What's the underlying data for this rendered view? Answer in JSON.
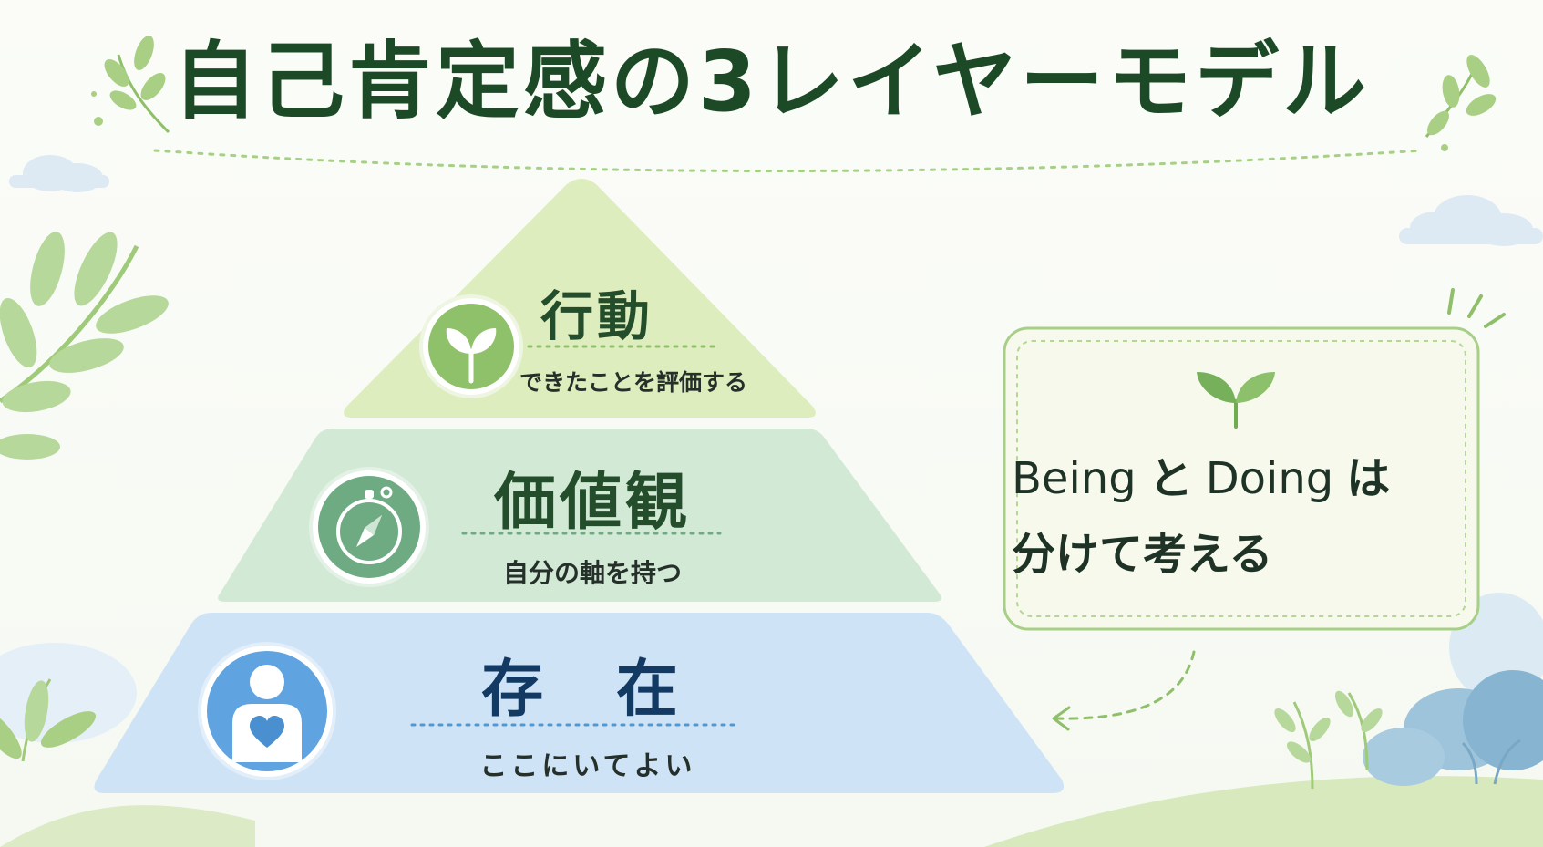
{
  "title": "自己肯定感の3レイヤーモデル",
  "layers": [
    {
      "title": "行動",
      "subtitle": "できたことを評価する",
      "icon": "sprout-icon",
      "color": "#d9ebb7"
    },
    {
      "title": "価値観",
      "subtitle": "自分の軸を持つ",
      "icon": "compass-icon",
      "color": "#cfe7d2"
    },
    {
      "title": "存 在",
      "subtitle": "ここにいてよい",
      "icon": "person-heart-icon",
      "color": "#cfe3f7"
    }
  ],
  "note": {
    "being": "Being",
    "to": "と",
    "doing": "Doing",
    "wa": "は",
    "line2": "分けて考える",
    "icon": "sprout-icon"
  }
}
